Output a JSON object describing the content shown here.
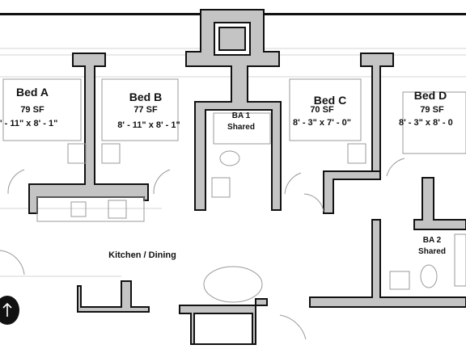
{
  "rooms": {
    "bed_a": {
      "name": "Bed A",
      "area": "79 SF",
      "dims": "' - 11\" x 8' - 1\""
    },
    "bed_b": {
      "name": "Bed B",
      "area": "77 SF",
      "dims": "8' - 11\" x 8' - 1\""
    },
    "bed_c": {
      "name": "Bed C",
      "area": "70 SF",
      "dims": "8' - 3\" x 7' - 0\""
    },
    "bed_d": {
      "name": "Bed D",
      "area": "79 SF",
      "dims": "8' - 3\" x 8' - 0"
    },
    "ba_1": {
      "name": "BA 1",
      "note": "Shared"
    },
    "ba_2": {
      "name": "BA 2",
      "note": "Shared"
    },
    "kitchen": {
      "name": "Kitchen / Dining"
    }
  },
  "colors": {
    "wall_fill": "#c4c4c4",
    "wall_stroke": "#111111",
    "fixture": "#9a9a9a",
    "background": "#ffffff"
  },
  "icons": {
    "north_arrow": "up-arrow-icon"
  }
}
